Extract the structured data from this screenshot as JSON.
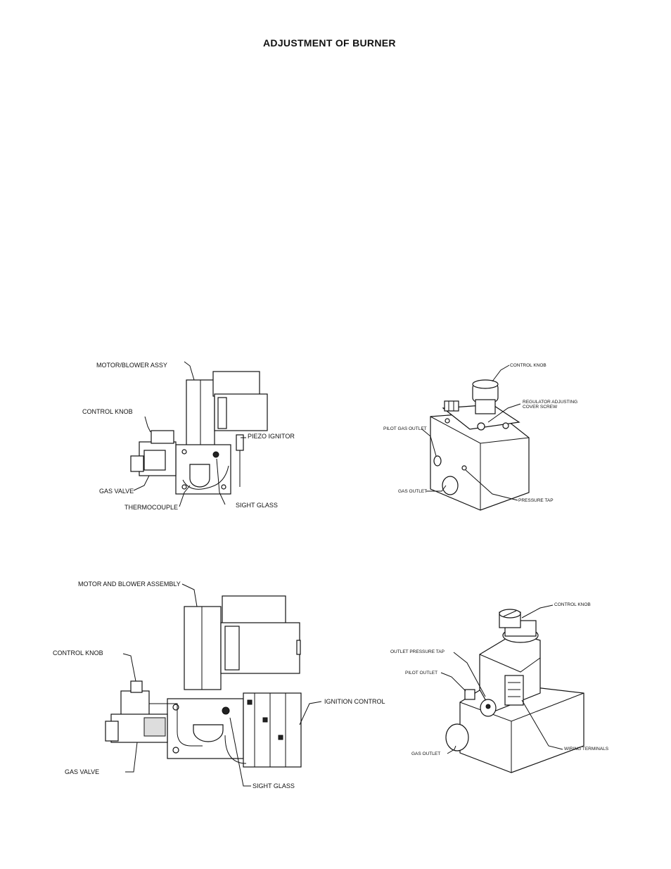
{
  "page": {
    "title": "ADJUSTMENT OF BURNER"
  },
  "figure_1": {
    "labels": {
      "motor_blower": "MOTOR/BLOWER ASSY",
      "control_knob": "CONTROL KNOB",
      "piezo_ignitor": "PIEZO IGNITOR",
      "gas_valve": "GAS VALVE",
      "thermocouple": "THERMOCOUPLE",
      "sight_glass": "SIGHT GLASS"
    }
  },
  "figure_2": {
    "labels": {
      "control_knob": "CONTROL KNOB",
      "regulator_line1": "REGULATOR ADJUSTING",
      "regulator_line2": "COVER SCREW",
      "pilot_gas_outlet": "PILOT GAS OUTLET",
      "gas_outlet": "GAS OUTLET",
      "pressure_tap": "PRESSURE TAP"
    }
  },
  "figure_3": {
    "labels": {
      "motor_blower": "MOTOR AND BLOWER ASSEMBLY",
      "control_knob": "CONTROL KNOB",
      "ignition_control": "IGNITION CONTROL",
      "gas_valve": "GAS VALVE",
      "sight_glass": "SIGHT GLASS"
    }
  },
  "figure_4": {
    "labels": {
      "control_knob": "CONTROL KNOB",
      "outlet_pressure_tap": "OUTLET PRESSURE TAP",
      "pilot_outlet": "PILOT OUTLET",
      "gas_outlet": "GAS OUTLET",
      "wiring_terminals": "WIRING TERMINALS"
    }
  }
}
